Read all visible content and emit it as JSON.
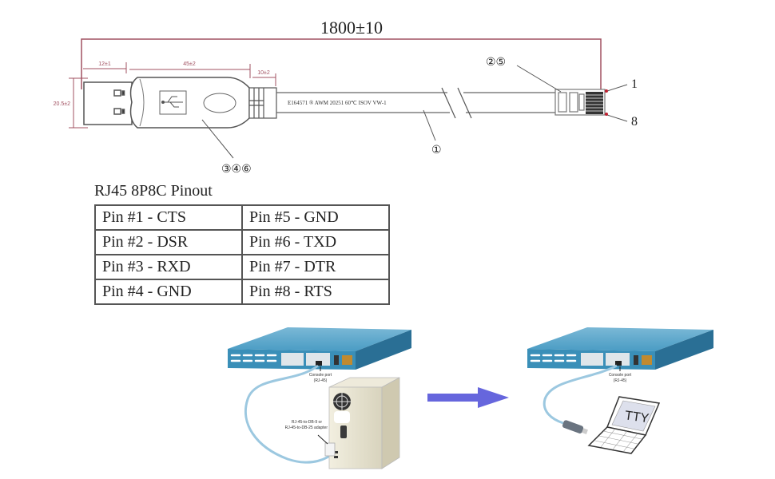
{
  "cable_drawing": {
    "total_length_label": "1800±10",
    "dim_plug_length": "12±1",
    "dim_body_length": "45±2",
    "dim_strain_relief": "10±2",
    "dim_height": "20.5±2",
    "cable_print": "E164571  ®  AWM  20251  60℃  ISOV  VW-1",
    "callouts": {
      "cable": "①",
      "rj45_boot": "②⑤",
      "usb_housing": "③④⑥",
      "pin_1": "1",
      "pin_8": "8"
    },
    "colors": {
      "dimension_line": "#a05060",
      "outline": "#555555"
    }
  },
  "pinout": {
    "title": "RJ45 8P8C Pinout",
    "rows": [
      [
        "Pin #1 -  CTS",
        "Pin #5 - GND"
      ],
      [
        "Pin #2 - DSR",
        "Pin #6 - TXD"
      ],
      [
        "Pin #3 - RXD",
        "Pin #7 - DTR"
      ],
      [
        "Pin #4 - GND",
        "Pin #8 - RTS"
      ]
    ]
  },
  "connection_diagram": {
    "left": {
      "console_label_1": "Console port",
      "console_label_2": "(RJ-45)",
      "adapter_label_1": "RJ-45-to-DB-9 or",
      "adapter_label_2": "RJ-45-to-DB-25 adapter"
    },
    "right": {
      "console_label_1": "Console port",
      "console_label_2": "(RJ-45)",
      "screen_text": "TTY"
    },
    "colors": {
      "arrow": "#6666dd",
      "router": "#3a8fb8",
      "cable": "#9cc8e0",
      "pc": "#e6e2cf"
    }
  }
}
